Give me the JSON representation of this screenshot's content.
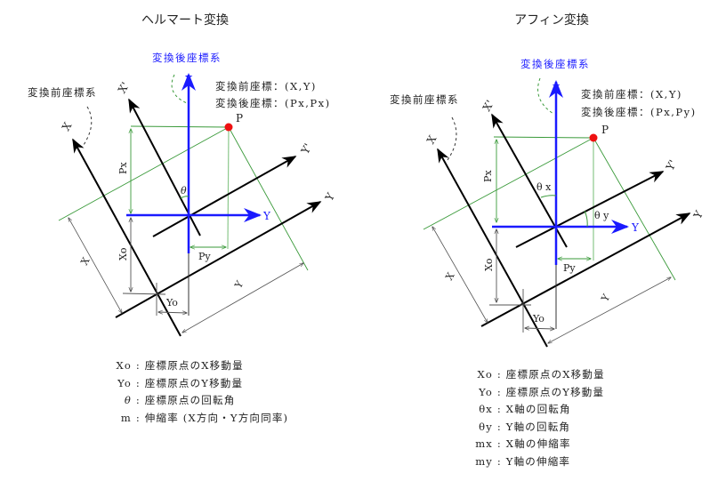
{
  "left": {
    "title": "ヘルマート変換",
    "after_system_label": "変換後座標系",
    "before_system_label": "変換前座標系",
    "coord_before": "変換前座標：(X,Y)",
    "coord_after": "変換後座標：(Px,Px)",
    "axes": {
      "X": "X",
      "Y": "Y",
      "Xp": "X'",
      "Yp": "Y'",
      "X_new": "X",
      "Y_new": "Y"
    },
    "point": "P",
    "dims": {
      "Px": "Px",
      "Py": "Py",
      "Xo": "Xo",
      "Yo": "Yo",
      "X": "X",
      "Y": "Y",
      "theta": "θ"
    },
    "legend": [
      {
        "key": "Xo",
        "text": "座標原点のX移動量"
      },
      {
        "key": "Yo",
        "text": "座標原点のY移動量"
      },
      {
        "key": "θ",
        "text": "座標原点の回転角"
      },
      {
        "key": "m",
        "text": "伸縮率 (X方向・Y方向同率)"
      }
    ]
  },
  "right": {
    "title": "アフィン変換",
    "after_system_label": "変換後座標系",
    "before_system_label": "変換前座標系",
    "coord_before": "変換前座標：(X,Y)",
    "coord_after": "変換後座標：(Px,Py)",
    "axes": {
      "X": "X",
      "Y": "Y",
      "Xp": "X'",
      "Yp": "Y'",
      "X_new": "X",
      "Y_new": "Y"
    },
    "point": "P",
    "dims": {
      "Px": "Px",
      "Py": "Py",
      "Xo": "Xo",
      "Yo": "Yo",
      "X": "X",
      "Y": "Y",
      "theta_x": "θ x",
      "theta_y": "θ y"
    },
    "legend": [
      {
        "key": "Xo",
        "text": "座標原点のX移動量"
      },
      {
        "key": "Yo",
        "text": "座標原点のY移動量"
      },
      {
        "key": "θx",
        "text": "X軸の回転角"
      },
      {
        "key": "θy",
        "text": "Y軸の回転角"
      },
      {
        "key": "mx",
        "text": "X軸の伸縮率"
      },
      {
        "key": "my",
        "text": "Y軸の伸縮率"
      }
    ]
  },
  "colors": {
    "blue": "#1a1aff",
    "green": "#3a9a3a",
    "black": "#000000",
    "point": "#ee1111"
  }
}
